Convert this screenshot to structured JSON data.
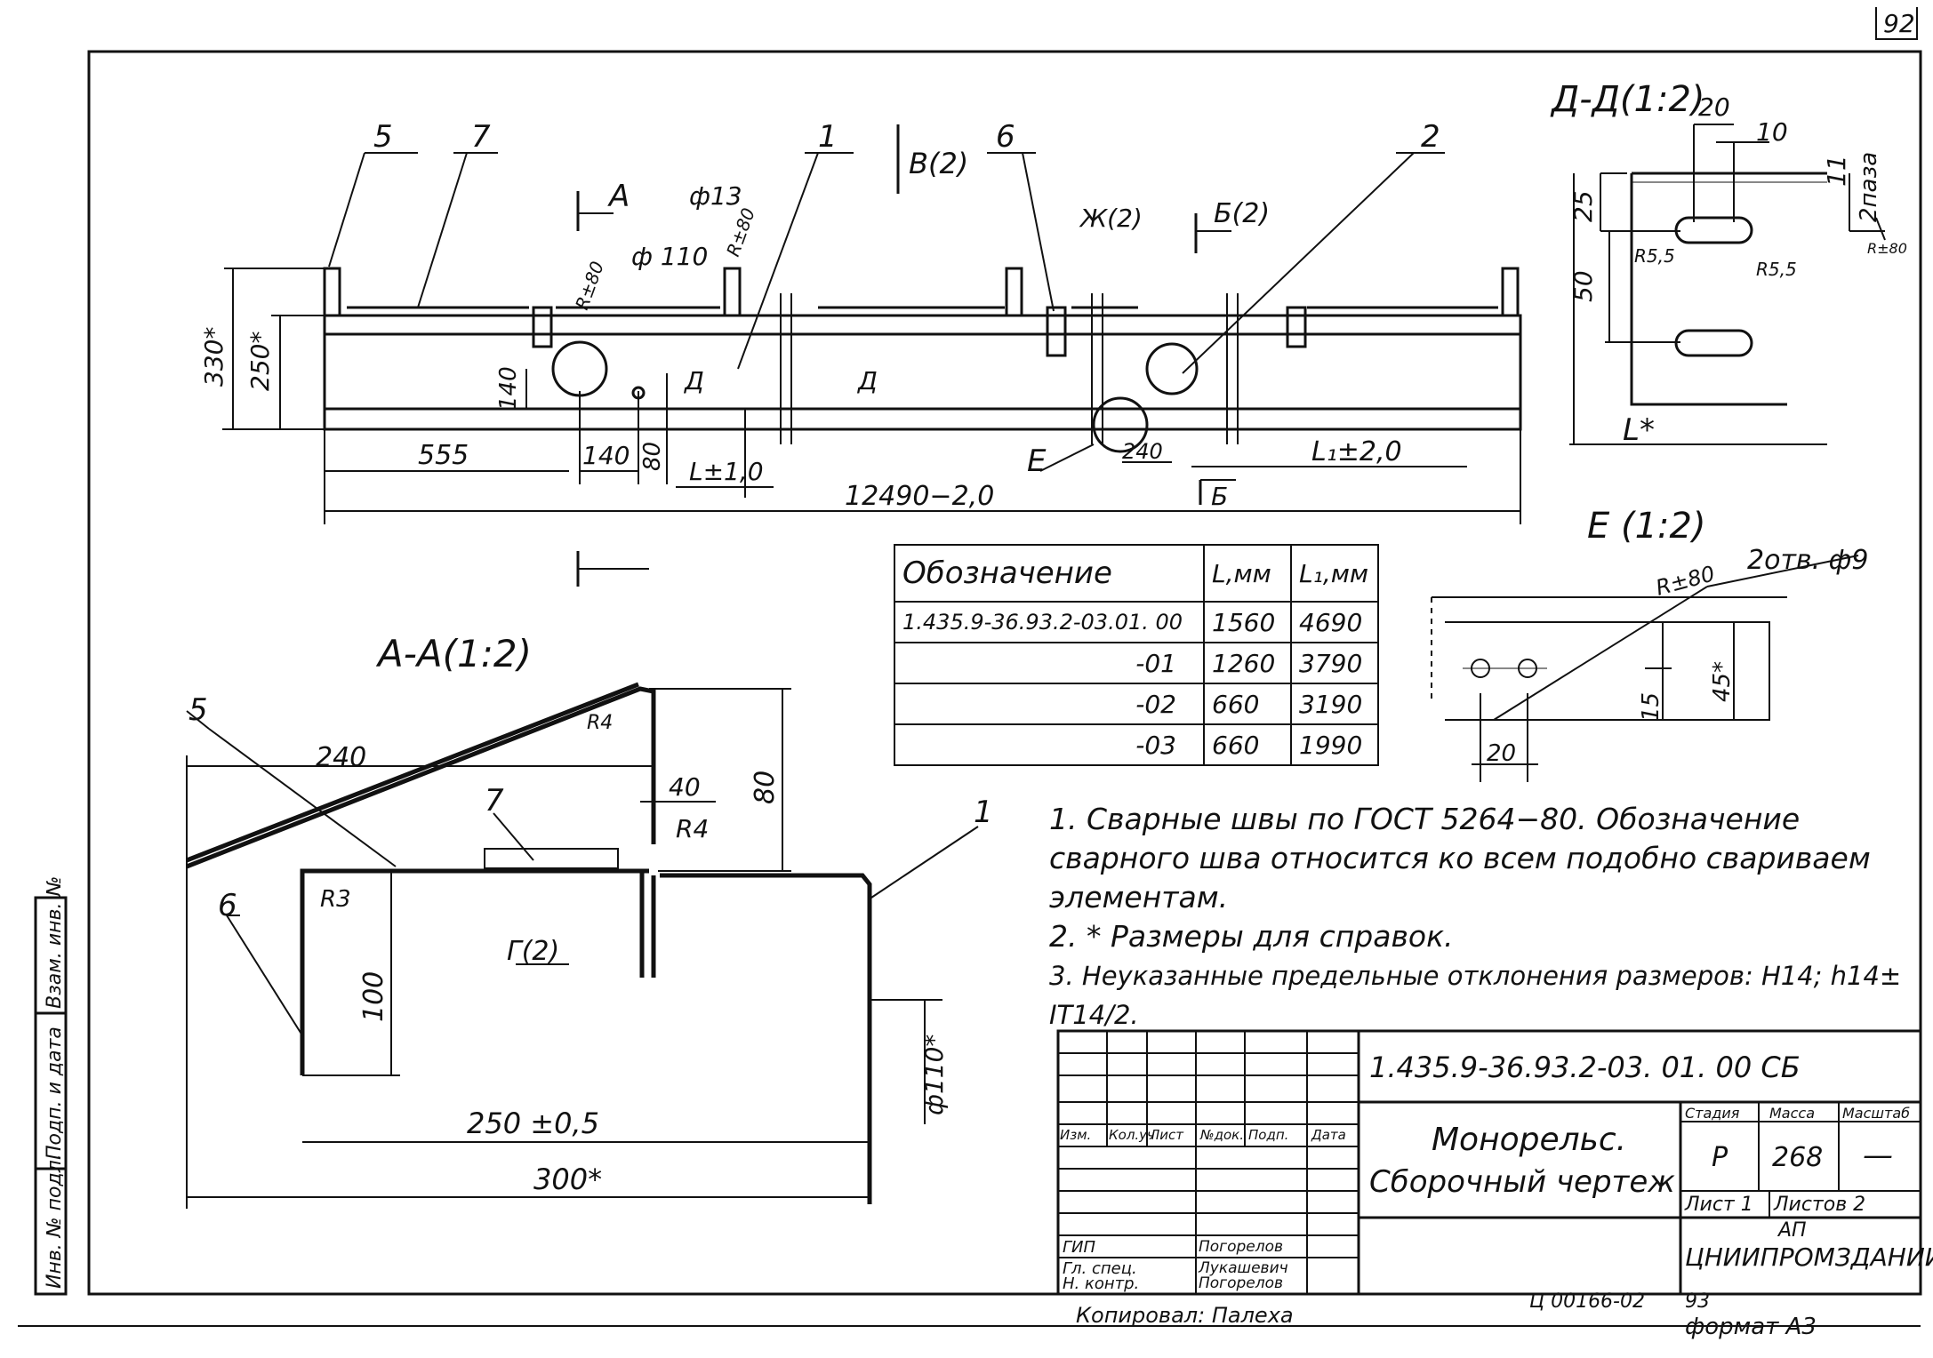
{
  "sheet_number": "92",
  "views": {
    "main": {
      "leader_labels": [
        "5",
        "7",
        "1",
        "6",
        "2"
      ],
      "section_A": "A",
      "section_V": "В(2)",
      "section_B": "Б(2)",
      "section_Zh": "Ж(2)",
      "section_D": "Д",
      "section_B_bottom": "Б",
      "section_E_label": "Е",
      "dims": {
        "d13": "ф13",
        "r80a": "R±80",
        "r80b": "R±80",
        "d110": "ф 110",
        "h330": "330*",
        "h250": "250*",
        "h140": "140",
        "l555": "555",
        "l140": "140",
        "l80": "80",
        "lL": "L±1,0",
        "l240": "240",
        "lL1": "L₁±2,0",
        "total": "12490−2,0"
      }
    },
    "section_DD": {
      "title": "Д-Д(1:2)",
      "dims": {
        "d20": "20",
        "d10": "10",
        "d11": "11",
        "d2pazo": "2паза",
        "d25": "25",
        "d50": "50",
        "r55a": "R5,5",
        "r55b": "R5,5",
        "r80": "R±80",
        "lstar": "L*"
      }
    },
    "section_E": {
      "title": "Е (1:2)",
      "dims": {
        "r80": "R±80",
        "holes": "2отв. ф9",
        "d45": "45*",
        "d15": "15",
        "d20": "20"
      }
    },
    "section_AA": {
      "title": "А-А(1:2)",
      "leaders": [
        "5",
        "7",
        "6",
        "1"
      ],
      "dims": {
        "d240": "240",
        "d80": "80",
        "d40": "40",
        "r4a": "R4",
        "r4b": "R4",
        "r3": "R3",
        "d100": "100",
        "gamma": "Г(2)",
        "d250": "250 ±0,5",
        "d300": "300*",
        "d110": "ф110*"
      }
    }
  },
  "table": {
    "headers": [
      "Обозначение",
      "L,мм",
      "L₁,мм"
    ],
    "rows": [
      [
        "1.435.9-36.93.2-03.01. 00",
        "1560",
        "4690"
      ],
      [
        "-01",
        "1260",
        "3790"
      ],
      [
        "-02",
        "660",
        "3190"
      ],
      [
        "-03",
        "660",
        "1990"
      ]
    ]
  },
  "notes": [
    "1. Сварные швы по ГОСТ 5264−80. Обозначение сварного шва относится ко всем подобно свариваем элементам.",
    "2. * Размеры для справок.",
    "3. Неуказанные предельные отклонения размеров: Н14; h14± IT14/2."
  ],
  "title_block": {
    "doc_code": "1.435.9-36.93.2-03. 01. 00 СБ",
    "name_line1": "Монорельс.",
    "name_line2": "Сборочный чертеж",
    "col_headers": [
      "Изм.",
      "Кол.уч",
      "Лист",
      "№док.",
      "Подп.",
      "Дата"
    ],
    "roles": [
      {
        "role": "ГИП",
        "name": "Погорелов"
      },
      {
        "role": "Гл. спец.",
        "name": "Лукашевич"
      },
      {
        "role": "Н. контр.",
        "name": "Погорелов"
      }
    ],
    "stage_label": "Стадия",
    "mass_label": "Масса",
    "scale_label": "Масштаб",
    "stage": "Р",
    "mass": "268",
    "scale": "—",
    "sheet_label": "Лист 1",
    "sheets_label": "Листов 2",
    "org_line1": "АП",
    "org_line2": "ЦНИИПРОМЗДАНИЙ"
  },
  "side_stamp": [
    "Инв. № подл.",
    "Подп. и дата",
    "Взам. инв. №"
  ],
  "footer": {
    "copied": "Копировал: Палеха",
    "code": "Ц 00166-02",
    "num": "93",
    "format": "формат А3"
  }
}
